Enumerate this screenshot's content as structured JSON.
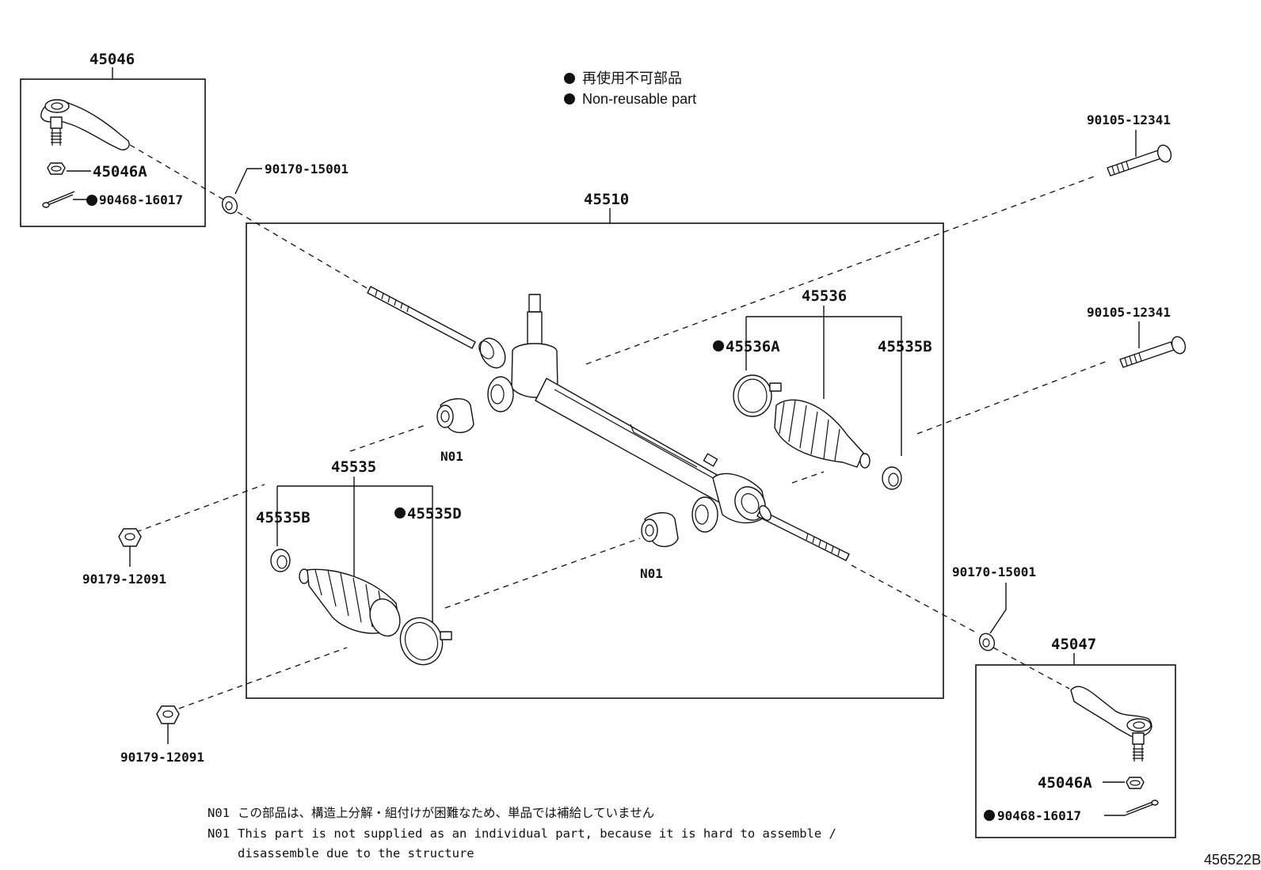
{
  "legend": {
    "jp": "再使用不可部品",
    "en": "Non-reusable part"
  },
  "parts": {
    "p45046": "45046",
    "p45046A_top": "45046A",
    "p90468_top": "90468-16017",
    "p90170_top": "90170-15001",
    "p45510": "45510",
    "p45536": "45536",
    "p45536A": "45536A",
    "p45535B_right": "45535B",
    "p90105_top": "90105-12341",
    "p90105_mid": "90105-12341",
    "pN01_a": "N01",
    "pN01_b": "N01",
    "p45535": "45535",
    "p45535B_left": "45535B",
    "p45535D": "45535D",
    "p90179_top": "90179-12091",
    "p90179_bot": "90179-12091",
    "p90170_bot": "90170-15001",
    "p45047": "45047",
    "p45046A_bot": "45046A",
    "p90468_bot": "90468-16017"
  },
  "notes": {
    "n1_code": "N01",
    "n1_jp": "この部品は、構造上分解・組付けが困難なため、単品では補給していません",
    "n2_code": "N01",
    "n2_en_line1": "This part is not supplied as an individual part, because it is hard to assemble /",
    "n2_en_line2": "disassemble due to the structure"
  },
  "diagram_id": "456522B"
}
